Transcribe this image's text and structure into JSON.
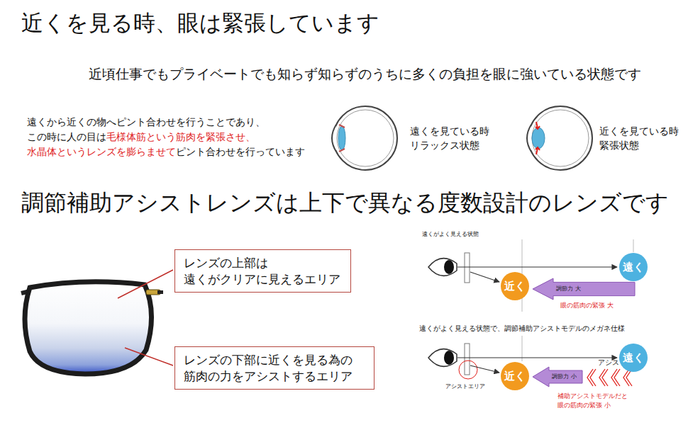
{
  "diagram": {
    "title": "近くを見る時、眼は緊張しています",
    "nodes": [
      {
        "text": [
          "レンズの上部は 遠くがクリアに見えるエリア"
        ]
      },
      {
        "text": [
          "レンズの下部に近くを見る為の 筋肉の力をアシストするエリア"
        ]
      },
      {
        "text": [
          "遠く"
        ]
      },
      {
        "text": [
          "近く"
        ]
      },
      {
        "text": [
          "調節力 大"
        ]
      },
      {
        "text": [
          "遠く"
        ]
      },
      {
        "text": [
          "近く"
        ]
      },
      {
        "text": [
          "調節力 小"
        ]
      }
    ],
    "labels": [
      "近頃仕事でもプライベートでも知らず知らずのうちに多くの負担を眼に強いている状態です",
      "遠くから近くの物へピント合わせを行うことであり、",
      "この時に人の目は",
      "毛様体筋という筋肉を緊張させ、",
      "水晶体というレンズを膨らませて",
      "ピント合わせを行っています",
      "遠くを見ている時 リラックス状態",
      "近くを見ている時 緊張状態",
      "調節補助アシストレンズは上下で異なる度数設計のレンズです",
      "遠くがよく見える状態",
      "眼の筋肉の緊張 大",
      "遠くがよく見える状態で、調節補助アシストモデルのメガネ仕様",
      "アシスト",
      "アシストエリア",
      "補助アシストモデルだと 眼の筋肉の緊張 小"
    ]
  }
}
